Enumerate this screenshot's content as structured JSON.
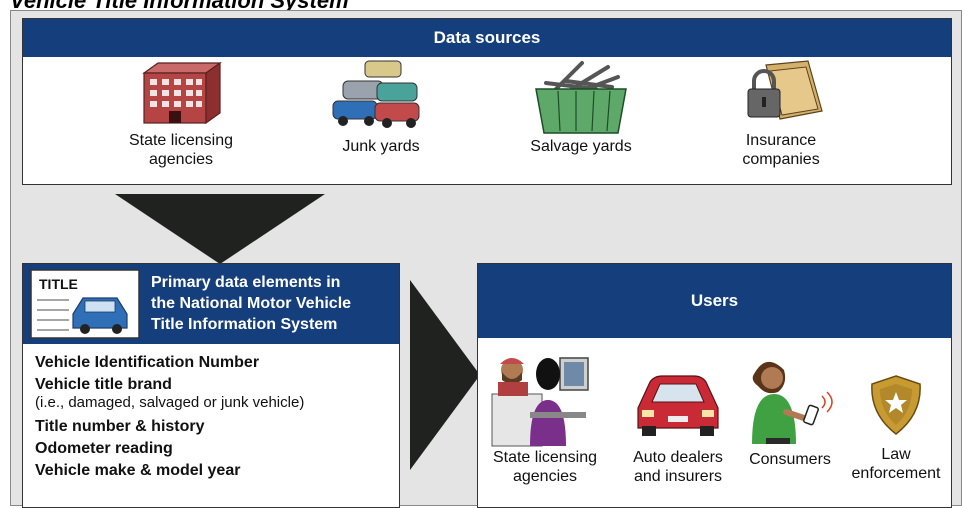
{
  "page_title": "Vehicle Title Information System",
  "sources": {
    "header": "Data sources",
    "items": [
      {
        "label_line1": "State licensing",
        "label_line2": "agencies",
        "icon": "building-icon"
      },
      {
        "label_line1": "Junk yards",
        "label_line2": "",
        "icon": "junk-cars-icon"
      },
      {
        "label_line1": "Salvage yards",
        "label_line2": "",
        "icon": "salvage-bin-icon"
      },
      {
        "label_line1": "Insurance",
        "label_line2": "companies",
        "icon": "locked-folder-icon"
      }
    ]
  },
  "elements": {
    "title_card_text": "TITLE",
    "header_line1": "Primary data elements in",
    "header_line2": "the National Motor Vehicle",
    "header_line3": "Title Information System",
    "items": [
      {
        "text": "Vehicle Identification Number",
        "sub": ""
      },
      {
        "text": "Vehicle title brand",
        "sub": "(i.e., damaged, salvaged or junk vehicle)"
      },
      {
        "text": "Title number & history",
        "sub": ""
      },
      {
        "text": "Odometer reading",
        "sub": ""
      },
      {
        "text": "Vehicle make & model year",
        "sub": ""
      }
    ]
  },
  "users": {
    "header": "Users",
    "items": [
      {
        "label_line1": "State licensing",
        "label_line2": "agencies",
        "icon": "clerk-counter-icon"
      },
      {
        "label_line1": "Auto dealers",
        "label_line2": "and insurers",
        "icon": "red-car-icon"
      },
      {
        "label_line1": "Consumers",
        "label_line2": "",
        "icon": "consumer-phone-icon"
      },
      {
        "label_line1": "Law",
        "label_line2": "enforcement",
        "icon": "police-badge-icon"
      }
    ]
  },
  "colors": {
    "header_blue": "#143e7c",
    "arrow": "#1f221f",
    "background_gray": "#e4e4e4"
  }
}
